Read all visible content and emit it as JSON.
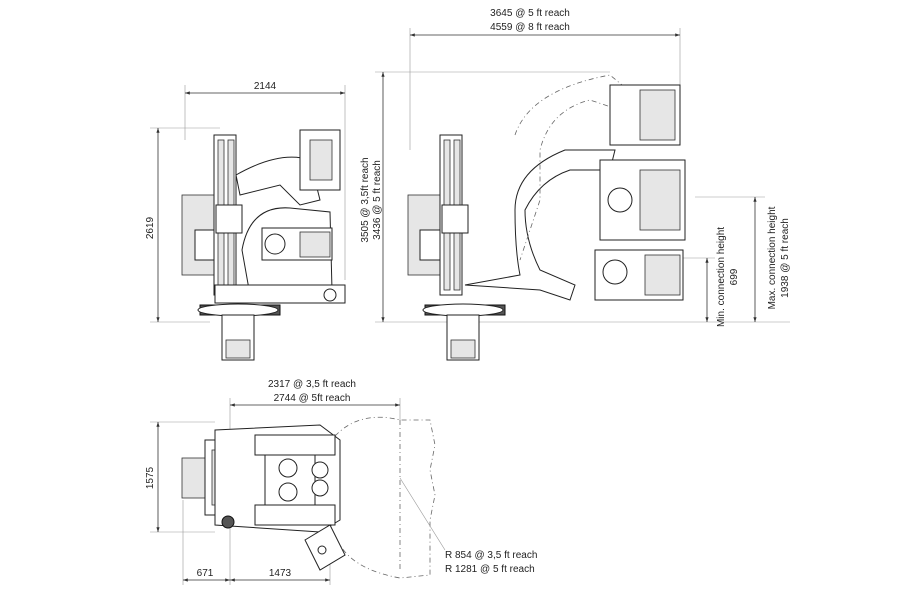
{
  "side_view": {
    "width": "2144",
    "height": "2619"
  },
  "extended_view": {
    "reach_line1": "3645 @ 5 ft reach",
    "reach_line2": "4559 @ 8 ft reach",
    "height_line1": "3505 @ 3,5ft reach",
    "height_line2": "3436 @ 5 ft reach",
    "min_label": "Min. connection height",
    "min_value": "699",
    "max_label": "Max. connection height",
    "max_value": "1938 @ 5 ft reach"
  },
  "top_view": {
    "reach_line1": "2317 @ 3,5 ft reach",
    "reach_line2": "2744 @ 5ft reach",
    "depth": "1575",
    "offset": "671",
    "span": "1473",
    "radius_line1": "R 854 @ 3,5 ft reach",
    "radius_line2": "R 1281 @ 5 ft reach"
  }
}
